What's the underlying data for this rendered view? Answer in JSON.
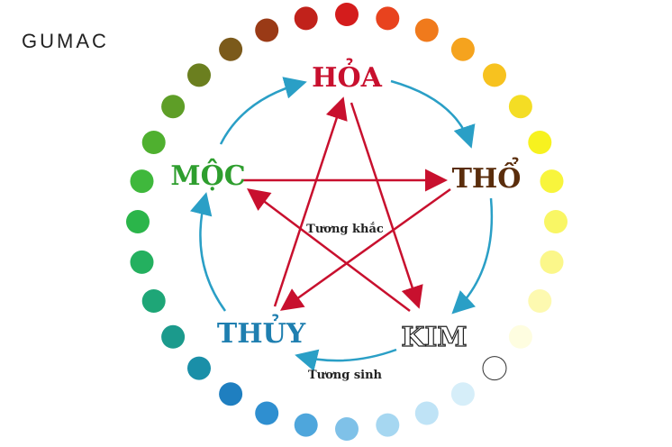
{
  "brand": "GUMAC",
  "elements": {
    "hoa": {
      "label": "HỎA",
      "color": "#c8102e"
    },
    "tho": {
      "label": "THỔ",
      "color": "#5a2d0c"
    },
    "kim": {
      "label": "KIM",
      "color": "#ffffff",
      "stroke": "#222222"
    },
    "thuy": {
      "label": "THỦY",
      "color": "#1f7fb0"
    },
    "moc": {
      "label": "MỘC",
      "color": "#2e9e2e"
    }
  },
  "relations": {
    "khac_label": "Tương khắc",
    "sinh_label": "Tương sinh",
    "khac_color": "#c8102e",
    "sinh_color": "#2a9fc6"
  },
  "dot_colors": [
    "#d41c1c",
    "#e8431e",
    "#f07a1c",
    "#f5a31e",
    "#f7c21f",
    "#f4dd24",
    "#f7f21f",
    "#f8f53c",
    "#f9f664",
    "#fbf78a",
    "#fdf9b0",
    "#fefde0",
    "#ffffff",
    "#d6eef9",
    "#bfe3f6",
    "#a6d7f1",
    "#7fc1e8",
    "#4ea6dc",
    "#2f8fd0",
    "#1f7fc0",
    "#1a8fa8",
    "#1b9a8c",
    "#1ea677",
    "#24b05f",
    "#2bb54a",
    "#3fb83c",
    "#4fb02f",
    "#5e9e27",
    "#6b7f1f",
    "#7b5a1b",
    "#9a3a16",
    "#c1221b"
  ]
}
